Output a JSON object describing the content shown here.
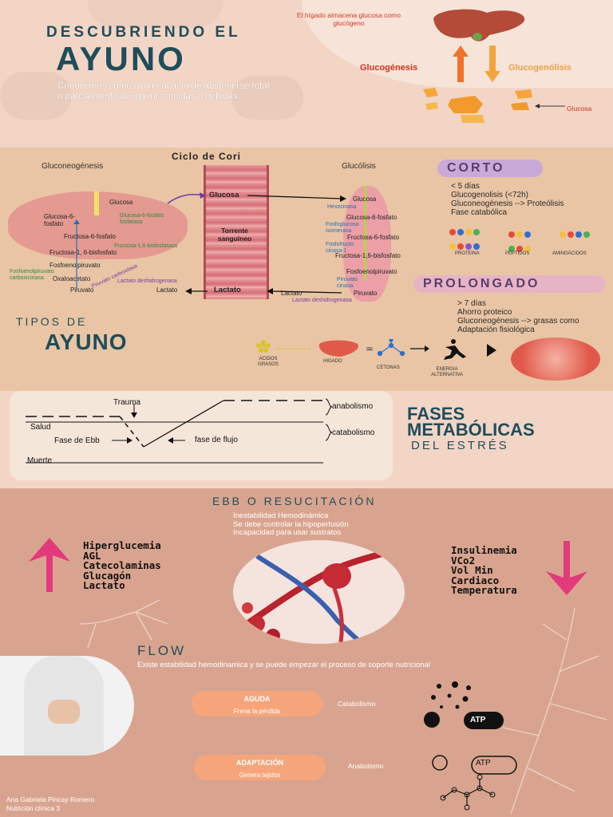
{
  "header": {
    "kicker": "DESCUBRIENDO EL",
    "title": "AYUNO",
    "intro": "Conocemos como ayuno al acto de abstenerse total o parcialmente de ingerir comidas o bebidas",
    "liver_note": "El hígado almacena glucosa como glucógeno",
    "glucogenesis": "Glucogénesis",
    "glucogenolisis": "Glucogenólisis",
    "glucosa": "Glucosa"
  },
  "cori": {
    "title": "Ciclo de Cori",
    "left_label": "Gluconeogénesis",
    "right_label": "Glucólisis",
    "liver": {
      "glucosa": "Glucosa",
      "g6p": "Glucosa-6-fosfato",
      "g6p_enzyme": "Glucosa-6-fosfato fosfatasa",
      "f6p": "Fructosa-6-fosfato",
      "f16_enzyme": "Fructosa-1,6-bisfosfatasa",
      "f16bp": "Fructosa-1, 6-bisfosfato",
      "pep": "Fosfoenolpiruvato",
      "pep_enzyme": "Fosfoenolpiruvato carboxicinasa",
      "oxal": "Oxaloacetato",
      "pyr_enzyme": "Piruvato carboxilasa",
      "piruvato": "Piruvato",
      "ldh": "Lactato deshidrogenasa",
      "lactato": "Lactato"
    },
    "stream": {
      "glucosa": "Glucosa",
      "label": "Torrente sanguíneo",
      "lactato": "Lactato"
    },
    "muscle": {
      "glucosa": "Glucosa",
      "hexo": "Hexocinasa",
      "g6p": "Glucosa-6-fosfato",
      "iso": "Fosfoglucosa isomerasa",
      "f6p": "Fructosa-6-fosfato",
      "pfk": "Fosfofructo cinasa-1",
      "f16bp": "Fructosa-1,6-bisfosfato",
      "pep": "Fosfoenolpiruvato",
      "pk": "Piruvato cinasa",
      "lactato": "Lactato",
      "piruvato": "Piruvato",
      "ldh": "Lactato deshidrogenasa"
    }
  },
  "corto": {
    "title": "CORTO",
    "items": [
      "< 5 días",
      "Glucogenolisis (<72h)",
      "Gluconeogénesis --> Proteólisis",
      "Fase catabólica"
    ],
    "molecules": [
      "PROTEINA",
      "PÉPTIDOS",
      "AMINOÁCIDOS"
    ]
  },
  "prolongado": {
    "title": "PROLONGADO",
    "items": [
      "> 7 días",
      "Ahorro proteico",
      "Gluconeogénesis --> grasas como",
      "Adaptación fisiológica"
    ]
  },
  "tipos": {
    "kicker": "TIPOS DE",
    "title": "AYUNO",
    "flow": [
      "ACIDOS GRASOS",
      "HIGADO",
      "CETONAS",
      "ENERGIA ALTERNATIVA"
    ]
  },
  "fases": {
    "title1": "FASES",
    "title2": "METABÓLICAS",
    "subtitle": "DEL ESTRÉS",
    "trauma": "Trauma",
    "salud": "Salud",
    "ebb": "Fase de Ebb",
    "flujo": "fase de flujo",
    "muerte": "Muerte",
    "anabolismo": "anabolismo",
    "catabolismo": "catabolismo"
  },
  "ebb": {
    "title": "EBB O RESUCITACIÓN",
    "notes": [
      "Inestabilidad Hemodinámica",
      "Se debe controlar la hipoperfusión",
      "Incapacidad para usar sustratos"
    ],
    "up_items": [
      "Hiperglucemia",
      "AGL",
      "Catecolaminas",
      "Glucagón",
      "Lactato"
    ],
    "down_items": [
      "Insulinemia",
      "VCo2",
      "Vol Min",
      "Cardiaco",
      "Temperatura"
    ]
  },
  "flow": {
    "title": "FLOW",
    "text": "Existe estabilidad hemodinamica y se puede empezar el proceso de soporte nutricional",
    "aguda": "AGUDA",
    "aguda_sub": "Frena la pérdida",
    "catabolismo": "Catabolismo",
    "adaptacion": "ADAPTACIÓN",
    "adaptacion_sub": "Genera tejidos",
    "anabolismo": "Anabolismo",
    "atp": "ATP"
  },
  "footer": {
    "author": "Ana Gabriela Pincay Romero",
    "course": "Nutrición clínica 3"
  }
}
